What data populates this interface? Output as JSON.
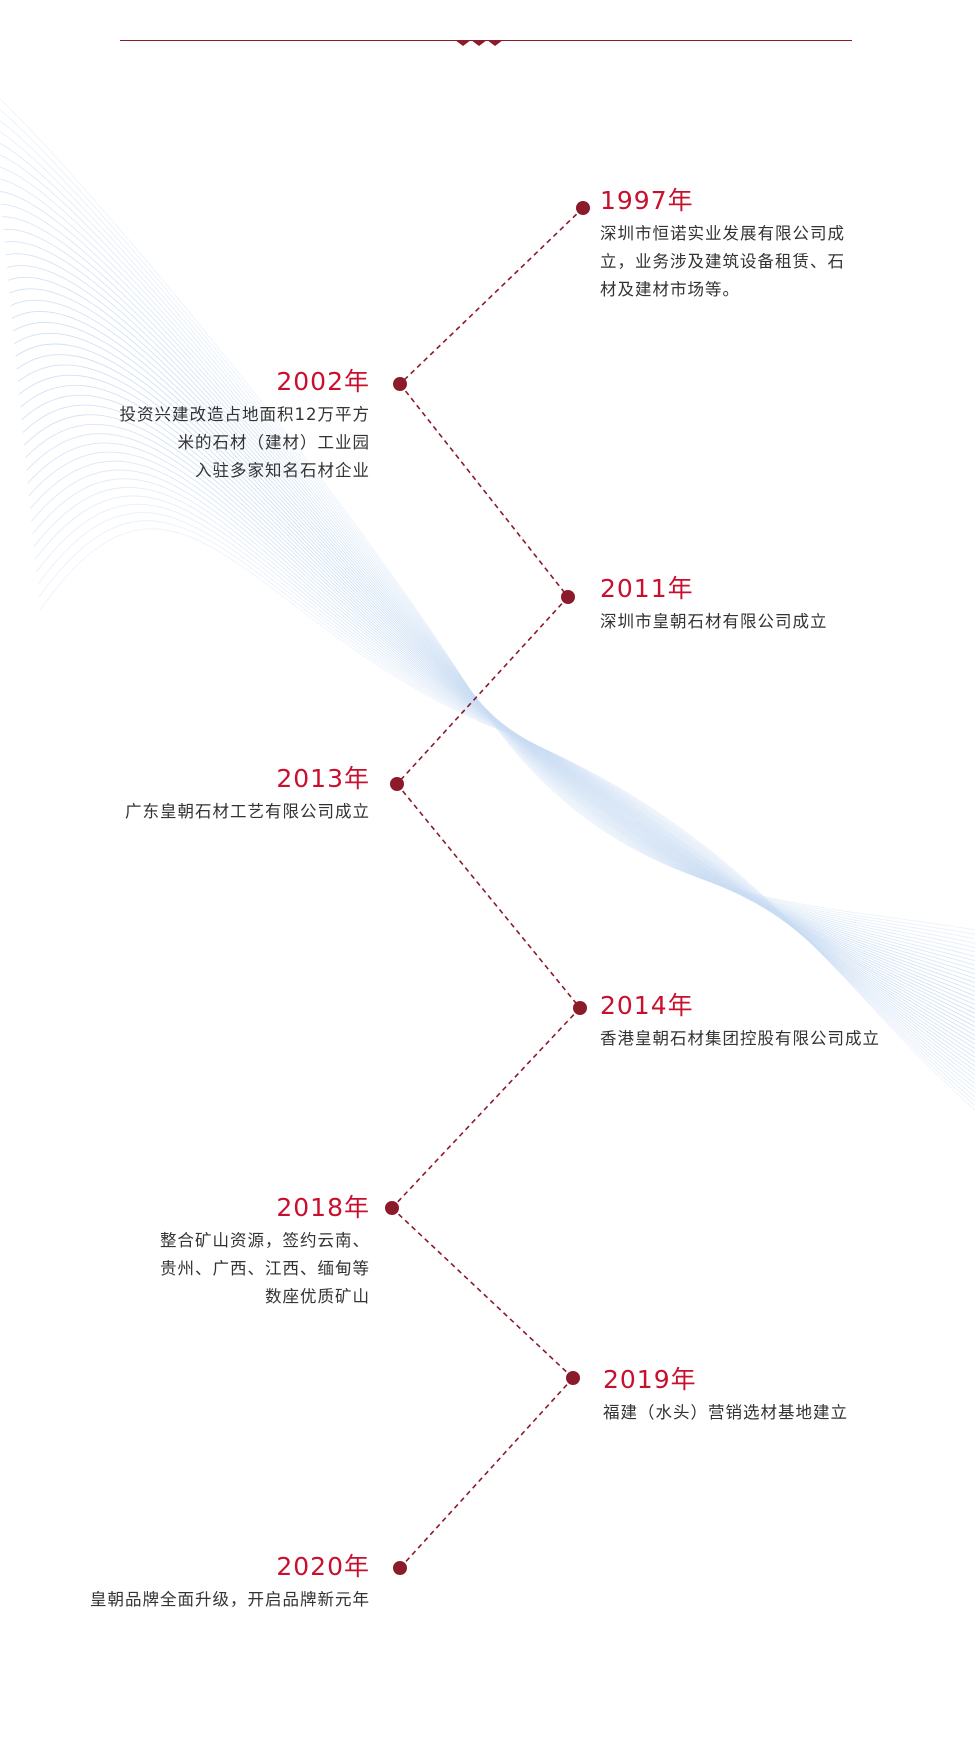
{
  "colors": {
    "accent": "#8b1a2a",
    "year": "#c8102e",
    "text": "#333333",
    "wave": "#c9dcf3"
  },
  "events": [
    {
      "year": "1997年",
      "desc": "深圳市恒诺实业发展有限公司成\n立，业务涉及建筑设备租赁、石\n材及建材市场等。"
    },
    {
      "year": "2002年",
      "desc": "投资兴建改造占地面积12万平方\n米的石材（建材）工业园\n入驻多家知名石材企业"
    },
    {
      "year": "2011年",
      "desc": "深圳市皇朝石材有限公司成立"
    },
    {
      "year": "2013年",
      "desc": "广东皇朝石材工艺有限公司成立"
    },
    {
      "year": "2014年",
      "desc": "香港皇朝石材集团控股有限公司成立"
    },
    {
      "year": "2018年",
      "desc": "整合矿山资源，签约云南、\n贵州、广西、江西、缅甸等\n数座优质矿山"
    },
    {
      "year": "2019年",
      "desc": "福建（水头）营销选材基地建立"
    },
    {
      "year": "2020年",
      "desc": "皇朝品牌全面升级，开启品牌新元年"
    }
  ]
}
